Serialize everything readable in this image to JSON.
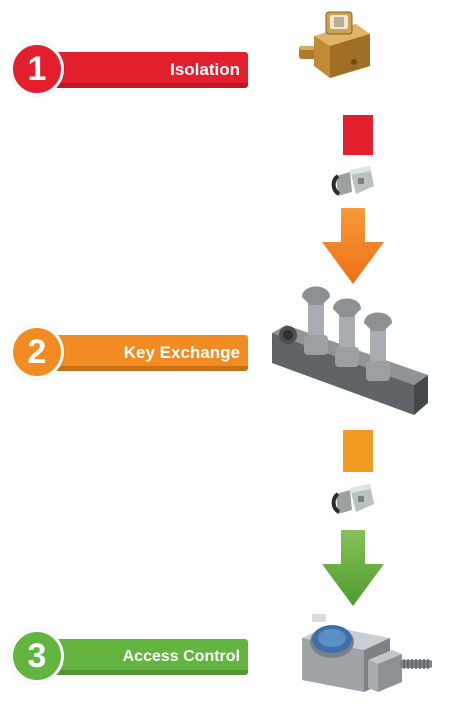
{
  "steps": [
    {
      "number": "1",
      "label": "Isolation",
      "color": "#e31e2d"
    },
    {
      "number": "2",
      "label": "Key Exchange",
      "color": "#f28c22"
    },
    {
      "number": "3",
      "label": "Access Control",
      "color": "#63b540"
    }
  ],
  "devices": {
    "isolation": "isolation-lock-icon",
    "key_exchange": "key-exchange-unit-icon",
    "access_control": "access-control-lock-icon"
  },
  "flow": {
    "key_icon": "key-icon",
    "arrow_1_color": "#f58220",
    "arrow_2_color": "#6cb33f",
    "square_1_color": "#e31e2d",
    "square_2_color": "#f29a1f"
  }
}
